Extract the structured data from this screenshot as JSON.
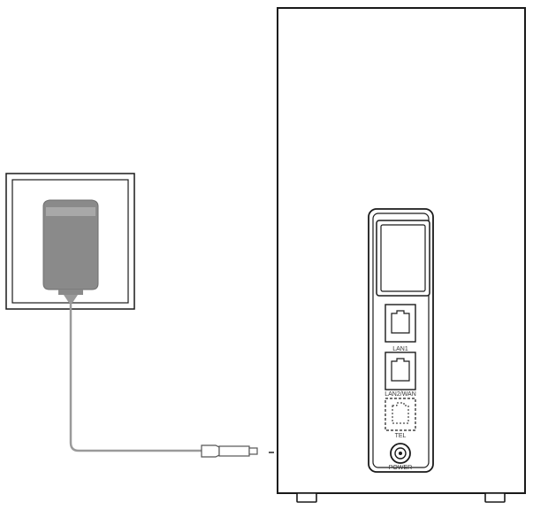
{
  "ports": {
    "lan1_label": "LAN1",
    "lan2_label": "LAN2/WAN",
    "tel_label": "TEL",
    "power_label": "POWER"
  },
  "colors": {
    "outline": "#1a1a1a",
    "adapter_fill": "#8a8a8a",
    "adapter_highlight": "#a8a8a8",
    "cable": "#9a9a9a",
    "arrow": "#222222"
  },
  "icons": {
    "adapter": "power-adapter-icon",
    "router": "router-icon",
    "wall_socket": "wall-socket-icon",
    "connector": "dc-connector-icon"
  }
}
